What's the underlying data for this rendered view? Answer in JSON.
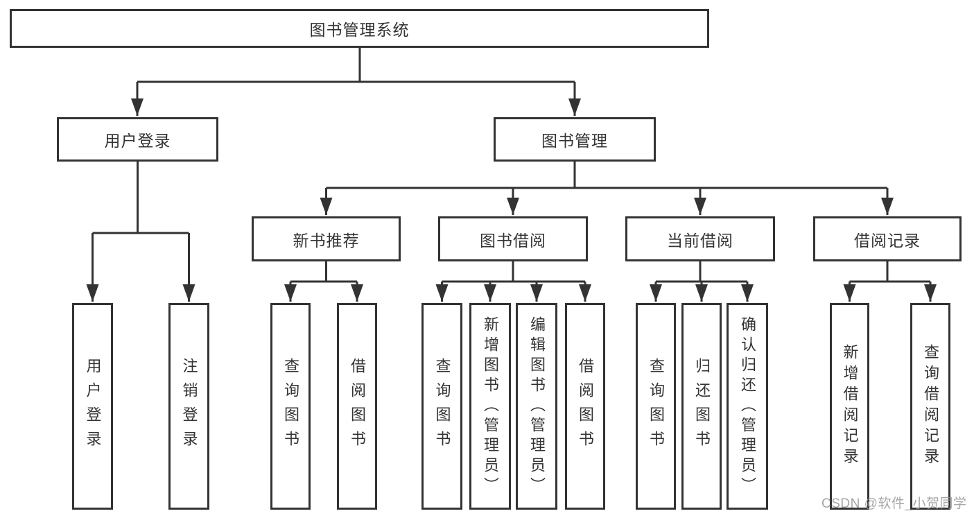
{
  "diagram": {
    "title": "图书管理系统",
    "watermark": "CSDN @软件_小贺同学",
    "colors": {
      "line": "#333333",
      "border": "#333333",
      "text": "#333333",
      "background": "#ffffff",
      "watermark_gray": "#969696"
    },
    "nodes": {
      "root": "图书管理系统",
      "user_login": "用户登录",
      "book_mgmt": "图书管理",
      "new_book_rec": "新书推荐",
      "book_borrow": "图书借阅",
      "current_borrow": "当前借阅",
      "borrow_records": "借阅记录",
      "leaf_user_login": "用户登录",
      "leaf_logout": "注销登录",
      "leaf_rec_query": "查询图书",
      "leaf_rec_borrow": "借阅图书",
      "leaf_bb_query": "查询图书",
      "leaf_bb_add": "新增图书（管理员）",
      "leaf_bb_edit": "编辑图书（管理员）",
      "leaf_bb_borrow": "借阅图书",
      "leaf_cb_query": "查询图书",
      "leaf_cb_return": "归还图书",
      "leaf_cb_confirm": "确认归还（管理员）",
      "leaf_br_add": "新增借阅记录",
      "leaf_br_query": "查询借阅记录"
    },
    "structure": {
      "root": [
        "user_login",
        "book_mgmt"
      ],
      "user_login": [
        "leaf_user_login",
        "leaf_logout"
      ],
      "book_mgmt": [
        "new_book_rec",
        "book_borrow",
        "current_borrow",
        "borrow_records"
      ],
      "new_book_rec": [
        "leaf_rec_query",
        "leaf_rec_borrow"
      ],
      "book_borrow": [
        "leaf_bb_query",
        "leaf_bb_add",
        "leaf_bb_edit",
        "leaf_bb_borrow"
      ],
      "current_borrow": [
        "leaf_cb_query",
        "leaf_cb_return",
        "leaf_cb_confirm"
      ],
      "borrow_records": [
        "leaf_br_add",
        "leaf_br_query"
      ]
    }
  }
}
